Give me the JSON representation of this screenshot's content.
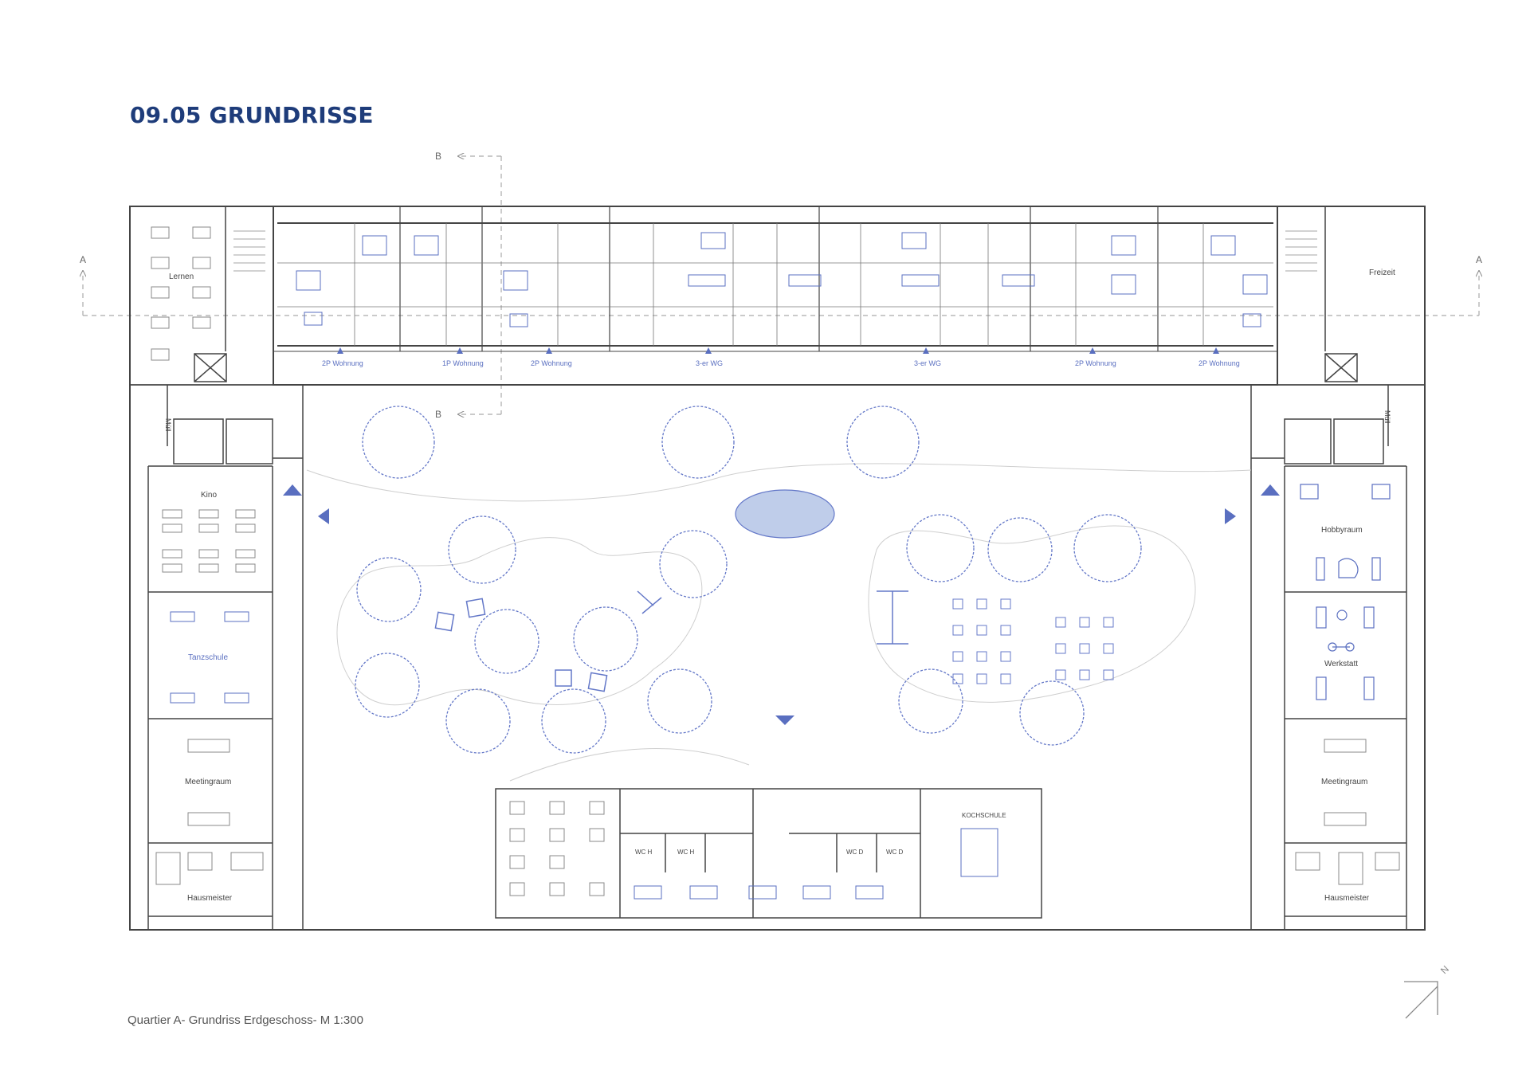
{
  "page": {
    "title": "09.05 GRUNDRISSE",
    "caption": "Quartier A- Grundriss Erdgeschoss- M 1:300"
  },
  "section_marks": {
    "a": "A",
    "b": "B"
  },
  "north_label": "N",
  "rooms": {
    "lernen": "Lernen",
    "freizeit": "Freizeit",
    "muell": "Müll",
    "kino": "Kino",
    "tanzschule": "Tanzschule",
    "meetingraum": "Meetingraum",
    "hausmeister": "Hausmeister",
    "hobbyraum": "Hobbyraum",
    "werkstatt": "Werkstatt",
    "kochschule": "KOCHSCHULE",
    "wc_h": "WC H",
    "wc_d": "WC D"
  },
  "units": [
    "2P Wohnung",
    "1P Wohnung",
    "2P Wohnung",
    "3-er WG",
    "3-er WG",
    "2P Wohnung",
    "2P Wohnung"
  ],
  "colors": {
    "title": "#1e3c7a",
    "accent": "#5a6fc0",
    "line": "#4a4a4a",
    "tree": "#6478c8",
    "pond": "#bfcdea"
  }
}
